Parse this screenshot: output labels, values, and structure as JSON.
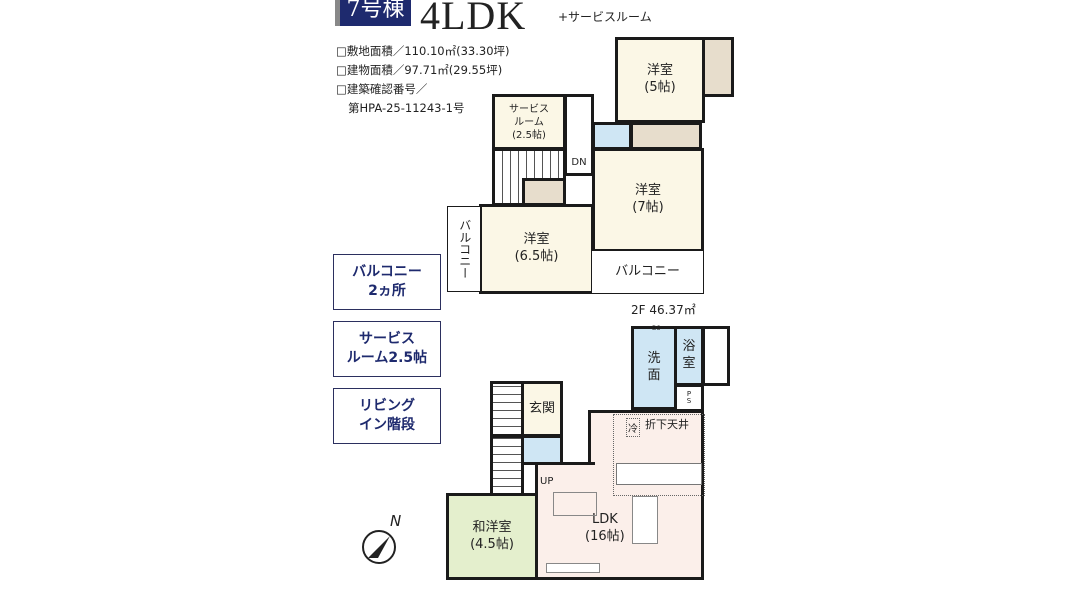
{
  "header": {
    "building": "7号棟",
    "layout": "4LDK",
    "extra": "+サービスルーム"
  },
  "info": [
    "□敷地面積／110.10㎡(33.30坪)",
    "□建物面積／97.71㎡(29.55坪)",
    "□建築確認番号／",
    "第HPA-25-11243-1号"
  ],
  "badges": [
    {
      "l1": "バルコニー",
      "l2": "2ヵ所"
    },
    {
      "l1": "サービス",
      "l2": "ルーム2.5帖"
    },
    {
      "l1": "リビング",
      "l2": "イン階段"
    }
  ],
  "floor2": {
    "area": "2F 46.37㎡",
    "rooms": {
      "western5": "洋室\n(5帖)",
      "service": "サービス\nルーム\n(2.5帖)",
      "western7": "洋室\n(7帖)",
      "western65": "洋室\n(6.5帖)",
      "balcony_left": "バルコニー",
      "balcony_right": "バルコニー",
      "dn": "DN"
    }
  },
  "floor1": {
    "rooms": {
      "ldk": "LDK\n(16帖)",
      "japanese": "和洋室\n(4.5帖)",
      "entrance": "玄関",
      "washroom": "洗\n面",
      "bath": "浴\n室",
      "ceiling": "折下天井",
      "fridge": "冷",
      "up": "UP",
      "ds": "DS",
      "ps": "P\nS"
    }
  },
  "compass": "N",
  "colors": {
    "title_bg": "#1e2a6e",
    "room": "#fbf7e6",
    "wet": "#cfe6f4",
    "ldk": "#fbefea",
    "tatami": "#e4efcd"
  }
}
